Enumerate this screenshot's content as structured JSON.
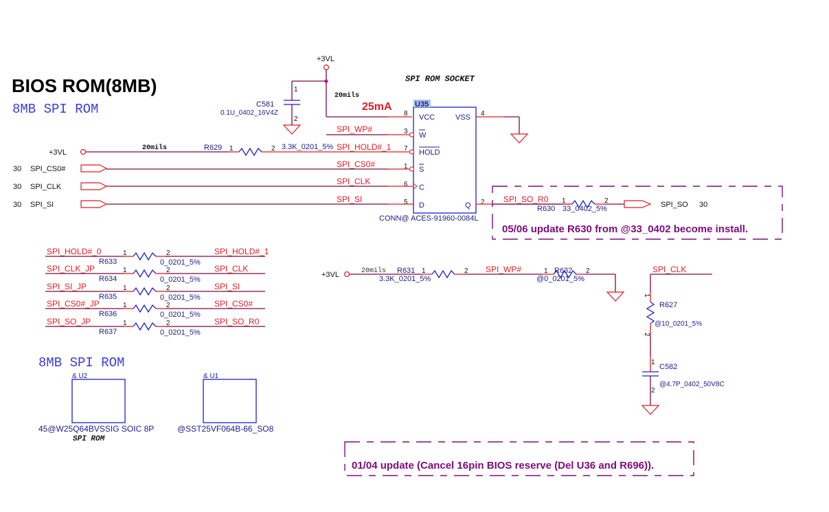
{
  "title": "BIOS ROM(8MB)",
  "subtitle": "8MB SPI ROM",
  "socket_title": "SPI ROM SOCKET",
  "power": {
    "net": "+3VL",
    "trace_width": "20mils",
    "current": "25mA"
  },
  "c581": {
    "ref": "C581",
    "value": "0.1U_0402_16V4Z",
    "pin1": "1",
    "pin2": "2"
  },
  "u35": {
    "ref": "U35",
    "part": "CONN@ ACES-91960-0084L",
    "pins": [
      {
        "num": "8",
        "name": "VCC",
        "net": ""
      },
      {
        "num": "3",
        "name": "W",
        "net": "SPI_WP#"
      },
      {
        "num": "7",
        "name": "HOLD",
        "net": "SPI_HOLD#_1"
      },
      {
        "num": "1",
        "name": "S",
        "net": "SPI_CS0#"
      },
      {
        "num": "6",
        "name": "C",
        "net": "SPI_CLK"
      },
      {
        "num": "5",
        "name": "D",
        "net": "SPI_SI"
      },
      {
        "num": "4",
        "name": "VSS",
        "net": ""
      },
      {
        "num": "2",
        "name": "Q",
        "net": "SPI_SO_R0"
      }
    ]
  },
  "r629": {
    "ref": "R629",
    "value": "3.3K_0201_5%",
    "pin1": "1",
    "pin2": "2",
    "net_left": "+3VL",
    "trace": "20mils"
  },
  "offpage_in": [
    {
      "page": "30",
      "net": "SPI_CS0#"
    },
    {
      "page": "30",
      "net": "SPI_CLK"
    },
    {
      "page": "30",
      "net": "SPI_SI"
    }
  ],
  "r630": {
    "ref": "R630",
    "value": "33_0402_5%",
    "pin1": "1",
    "pin2": "2",
    "net_in": "SPI_SO_R0",
    "net_out": "SPI_SO",
    "page": "30"
  },
  "note_r630": "05/06 update R630 from @33_0402 become install.",
  "jumpers": [
    {
      "ref": "R633",
      "value": "0_0201_5%",
      "left": "SPI_HOLD#_0",
      "right": "SPI_HOLD#_1"
    },
    {
      "ref": "R634",
      "value": "0_0201_5%",
      "left": "SPI_CLK_JP",
      "right": "SPI_CLK"
    },
    {
      "ref": "R635",
      "value": "0_0201_5%",
      "left": "SPI_SI_JP",
      "right": "SPI_SI"
    },
    {
      "ref": "R636",
      "value": "0_0201_5%",
      "left": "SPI_CS0#_JP",
      "right": "SPI_CS0#"
    },
    {
      "ref": "R637",
      "value": "0_0201_5%",
      "left": "SPI_SO_JP",
      "right": "SPI_SO_R0"
    }
  ],
  "r631": {
    "ref": "R631",
    "value": "3.3K_0201_5%",
    "net_left": "+3VL",
    "trace": "20mils",
    "pin1": "1",
    "pin2": "2"
  },
  "wp_net": "SPI_WP#",
  "r632": {
    "ref": "R632",
    "value": "@0_0201_5%",
    "pin1": "1",
    "pin2": "2"
  },
  "clk_net": "SPI_CLK",
  "r627": {
    "ref": "R627",
    "value": "@10_0201_5%",
    "pin1": "1",
    "pin2": "2"
  },
  "c582": {
    "ref": "C582",
    "value": "@4.7P_0402_50V8C",
    "pin1": "1",
    "pin2": "2"
  },
  "rom_section_title": "8MB SPI ROM",
  "u2": {
    "ref": "& U2",
    "part": "45@W25Q64BVSSIG SOIC 8P",
    "label": "SPI ROM"
  },
  "u1": {
    "ref": "& U1",
    "part": "@SST25VF064B-66_SO8"
  },
  "note_bottom": "01/04 update (Cancel 16pin BIOS reserve (Del U36 and R696))."
}
